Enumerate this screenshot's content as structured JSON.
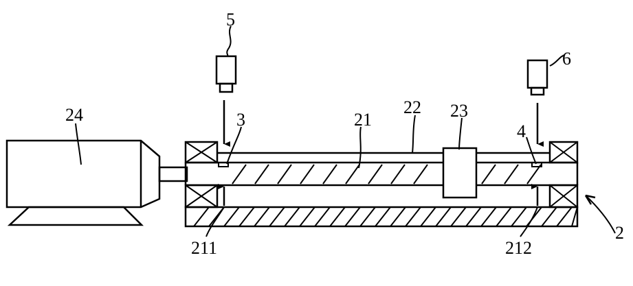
{
  "labels": {
    "motor": "24",
    "screw_rod": "21",
    "guide_rail": "22",
    "slider": "23",
    "left_mark": "3",
    "right_mark": "4",
    "left_sensor": "5",
    "right_sensor": "6",
    "left_end": "211",
    "right_end": "212",
    "assembly": "2"
  }
}
